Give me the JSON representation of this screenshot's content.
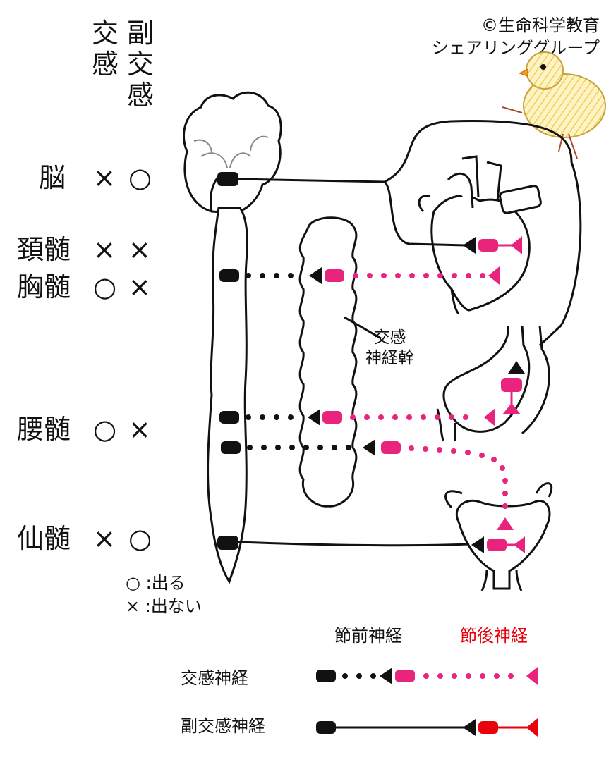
{
  "credit": {
    "line1": "©生命科学教育",
    "line2": "シェアリンググループ"
  },
  "columns": {
    "sympathetic": [
      "交",
      "感"
    ],
    "parasympathetic": [
      "副",
      "交",
      "感"
    ]
  },
  "regions": [
    {
      "name": "脳",
      "sympathetic": "×",
      "parasympathetic": "○"
    },
    {
      "name": "頚髄",
      "sympathetic": "×",
      "parasympathetic": "×"
    },
    {
      "name": "胸髄",
      "sympathetic": "○",
      "parasympathetic": "×"
    },
    {
      "name": "腰髄",
      "sympathetic": "○",
      "parasympathetic": "×"
    },
    {
      "name": "仙髄",
      "sympathetic": "×",
      "parasympathetic": "○"
    }
  ],
  "trunk_label": [
    "交感",
    "神経幹"
  ],
  "key": {
    "circle": "○ :出る",
    "cross": "× :出ない"
  },
  "legend": {
    "preganglionic": "節前神経",
    "postganglionic": "節後神経",
    "sympathetic": "交感神経",
    "parasympathetic": "副交感神経"
  },
  "colors": {
    "black": "#111111",
    "pink": "#e8247c",
    "red": "#e8000b",
    "postganglionic_label": "#e8000b"
  }
}
